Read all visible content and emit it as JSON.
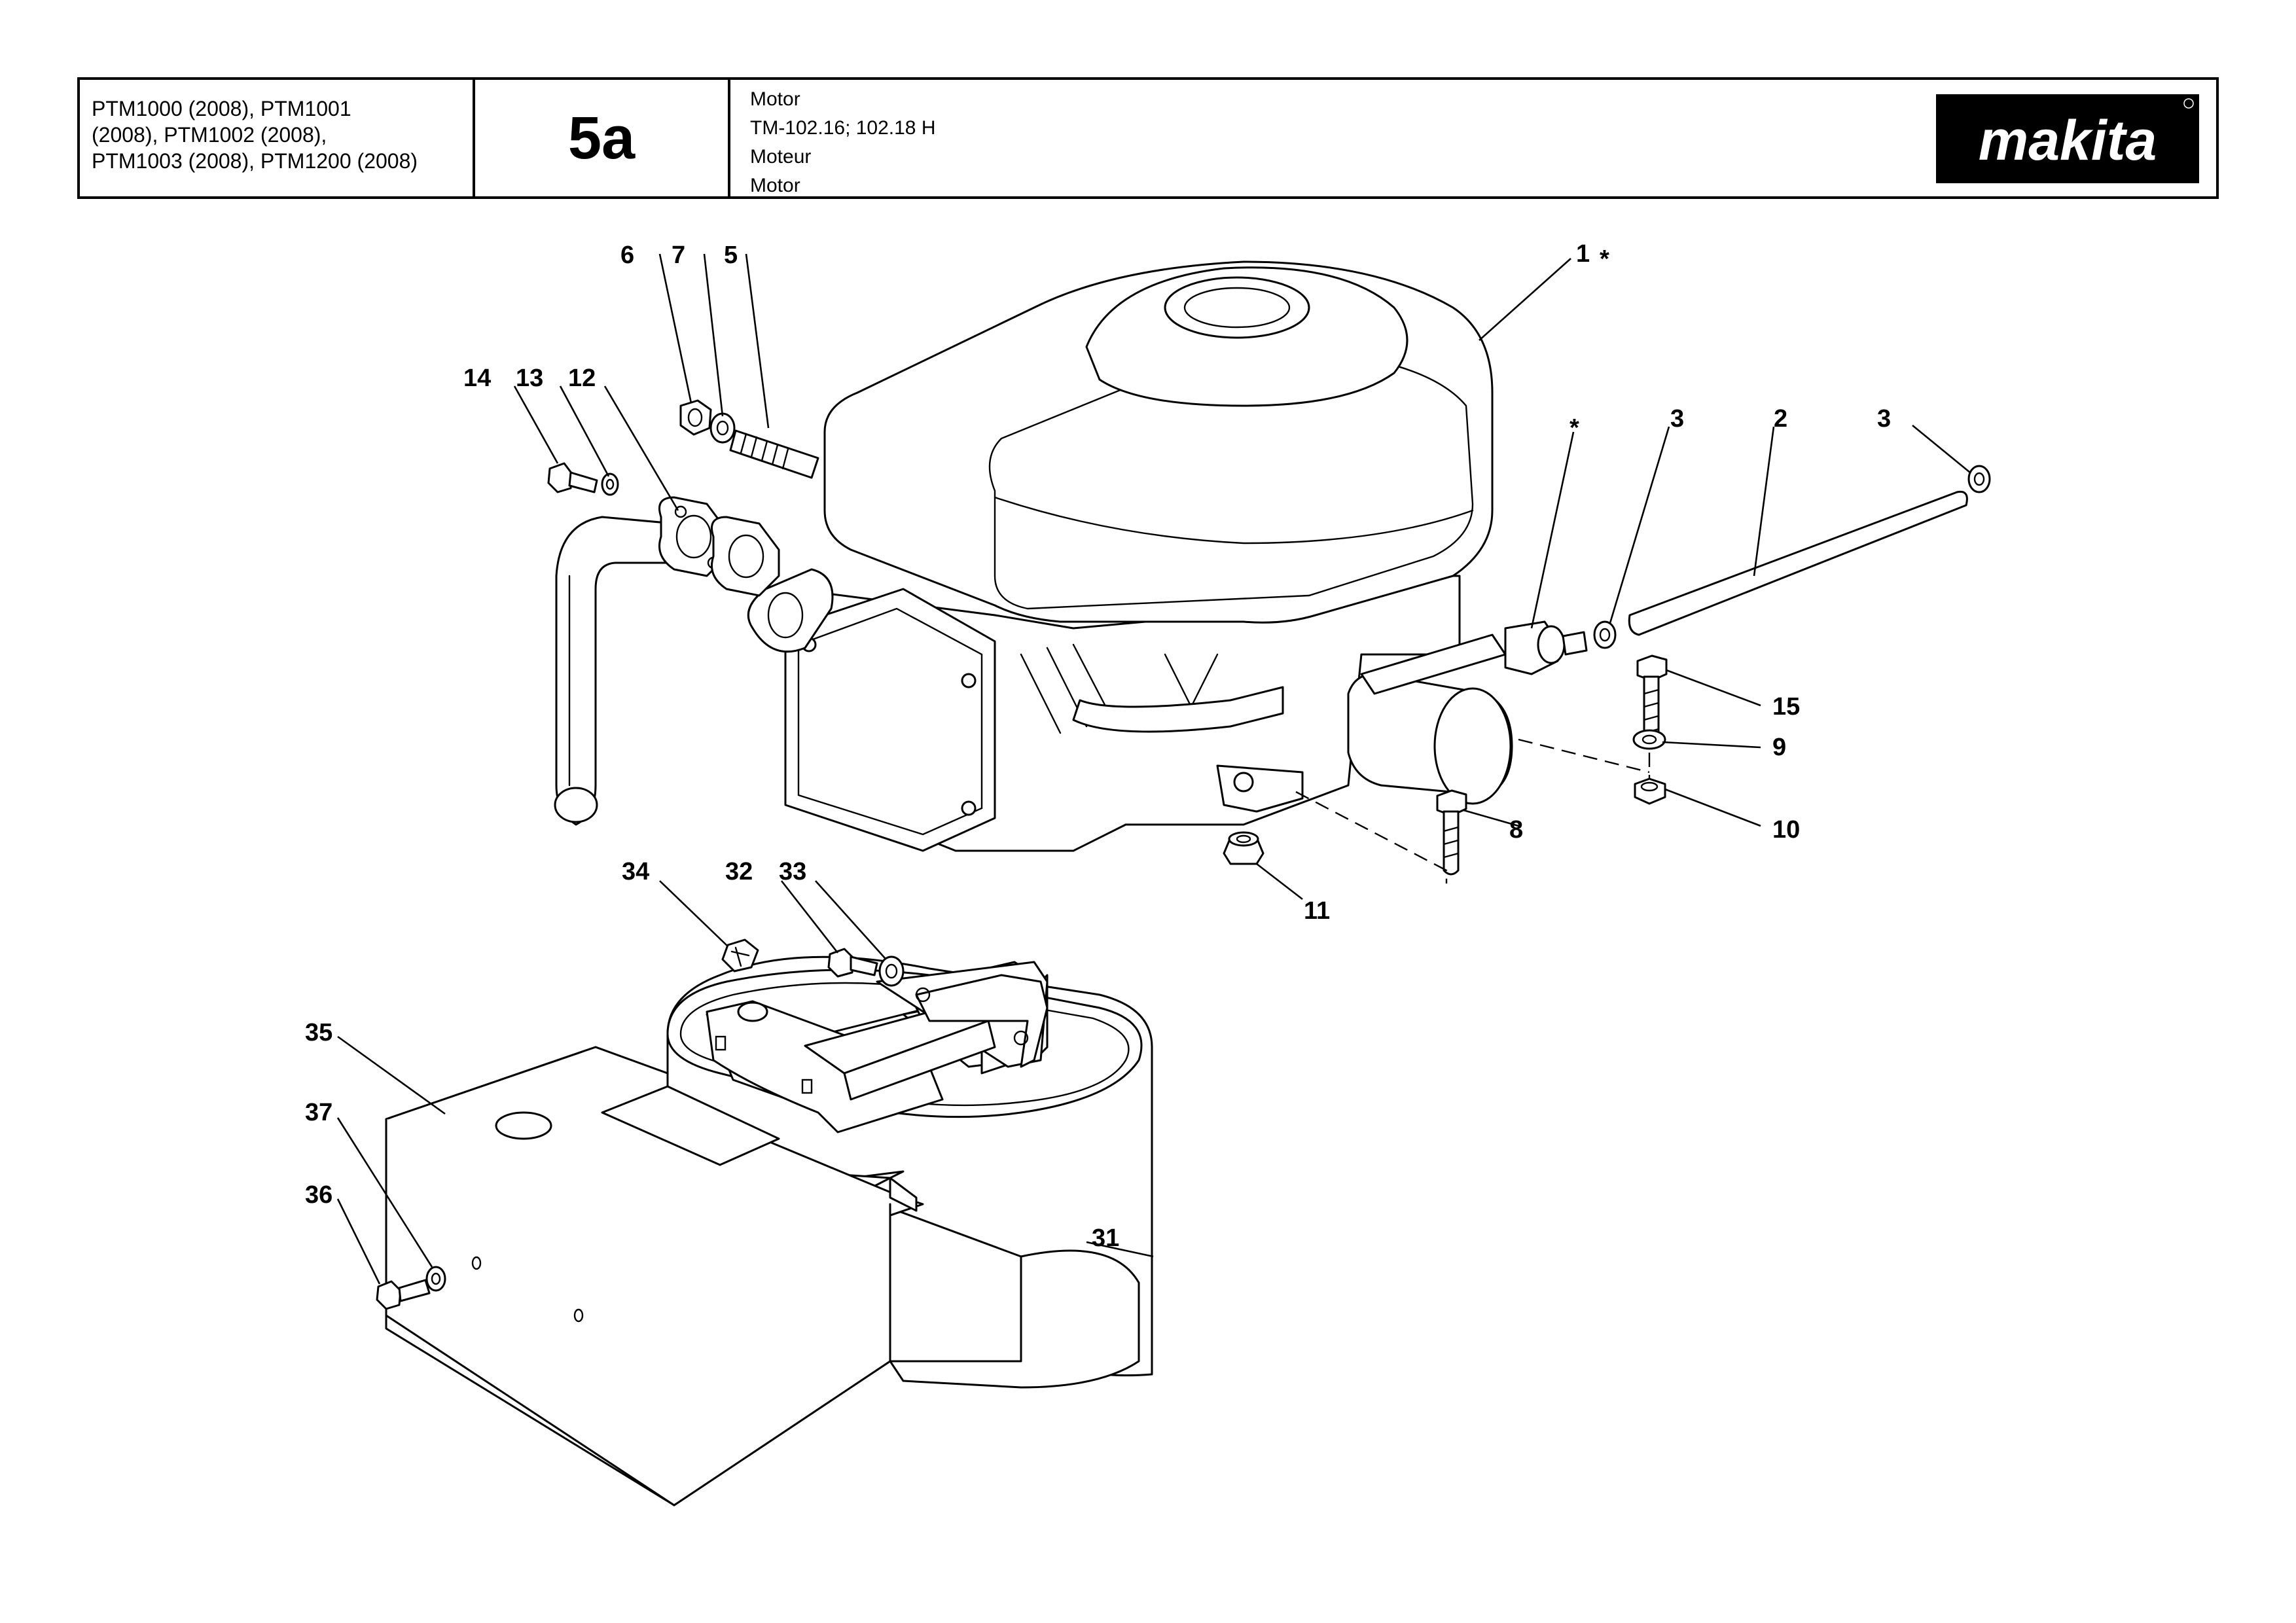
{
  "header": {
    "models": [
      "PTM1000 (2008), PTM1001",
      "(2008), PTM1002 (2008),",
      "PTM1003 (2008), PTM1200 (2008)"
    ],
    "page_number": "5a",
    "titles": [
      "Motor",
      "TM-102.16; 102.18 H",
      "Moteur",
      "Motor"
    ],
    "brand": "makita"
  },
  "callouts": {
    "c1": "1",
    "c1_star": "*",
    "c2": "2",
    "c3a": "3",
    "c3b": "3",
    "c5": "5",
    "c6": "6",
    "c7": "7",
    "c8": "8",
    "c9": "9",
    "c10": "10",
    "c11": "11",
    "c12": "12",
    "c13": "13",
    "c14": "14",
    "c15": "15",
    "star": "*",
    "c31": "31",
    "c32": "32",
    "c33": "33",
    "c34": "34",
    "c35": "35",
    "c36": "36",
    "c37": "37"
  }
}
